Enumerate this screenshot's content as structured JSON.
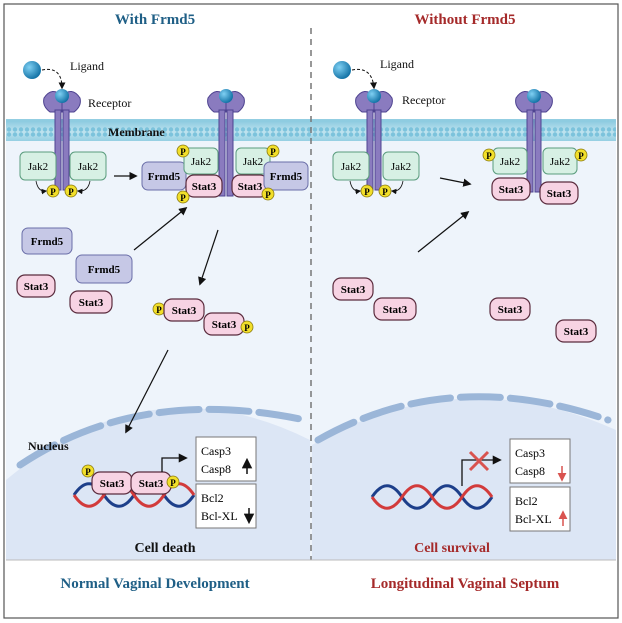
{
  "panels": {
    "left": {
      "title": "With Frmd5",
      "footer": "Normal Vaginal Development",
      "outcome": "Cell death"
    },
    "right": {
      "title": "Without Frmd5",
      "footer": "Longitudinal Vaginal Septum",
      "outcome": "Cell survival"
    }
  },
  "labels": {
    "ligand": "Ligand",
    "receptor": "Receptor",
    "membrane": "Membrane",
    "nucleus": "Nucleus",
    "jak2": "Jak2",
    "stat3": "Stat3",
    "frmd5": "Frmd5",
    "phospho": "P"
  },
  "genes": {
    "up_group": [
      "Casp3",
      "Casp8"
    ],
    "down_group": [
      "Bcl2",
      "Bcl-XL"
    ]
  },
  "colors": {
    "left_title": "#1f5f86",
    "right_title": "#a52a2a",
    "membrane": "#9fd4e6",
    "cytoplasm": "#eef4fb",
    "nucleus": "#dce6f5",
    "receptor": "#8a7bbf",
    "ligand": "#1f8fc6",
    "jak2": "#d7f0e4",
    "stat3": "#f7d3e3",
    "frmd5": "#c6c8e6",
    "phospho": "#f2df2a",
    "arrow_down": "#d9534f",
    "inhibit_x": "#d9534f"
  }
}
